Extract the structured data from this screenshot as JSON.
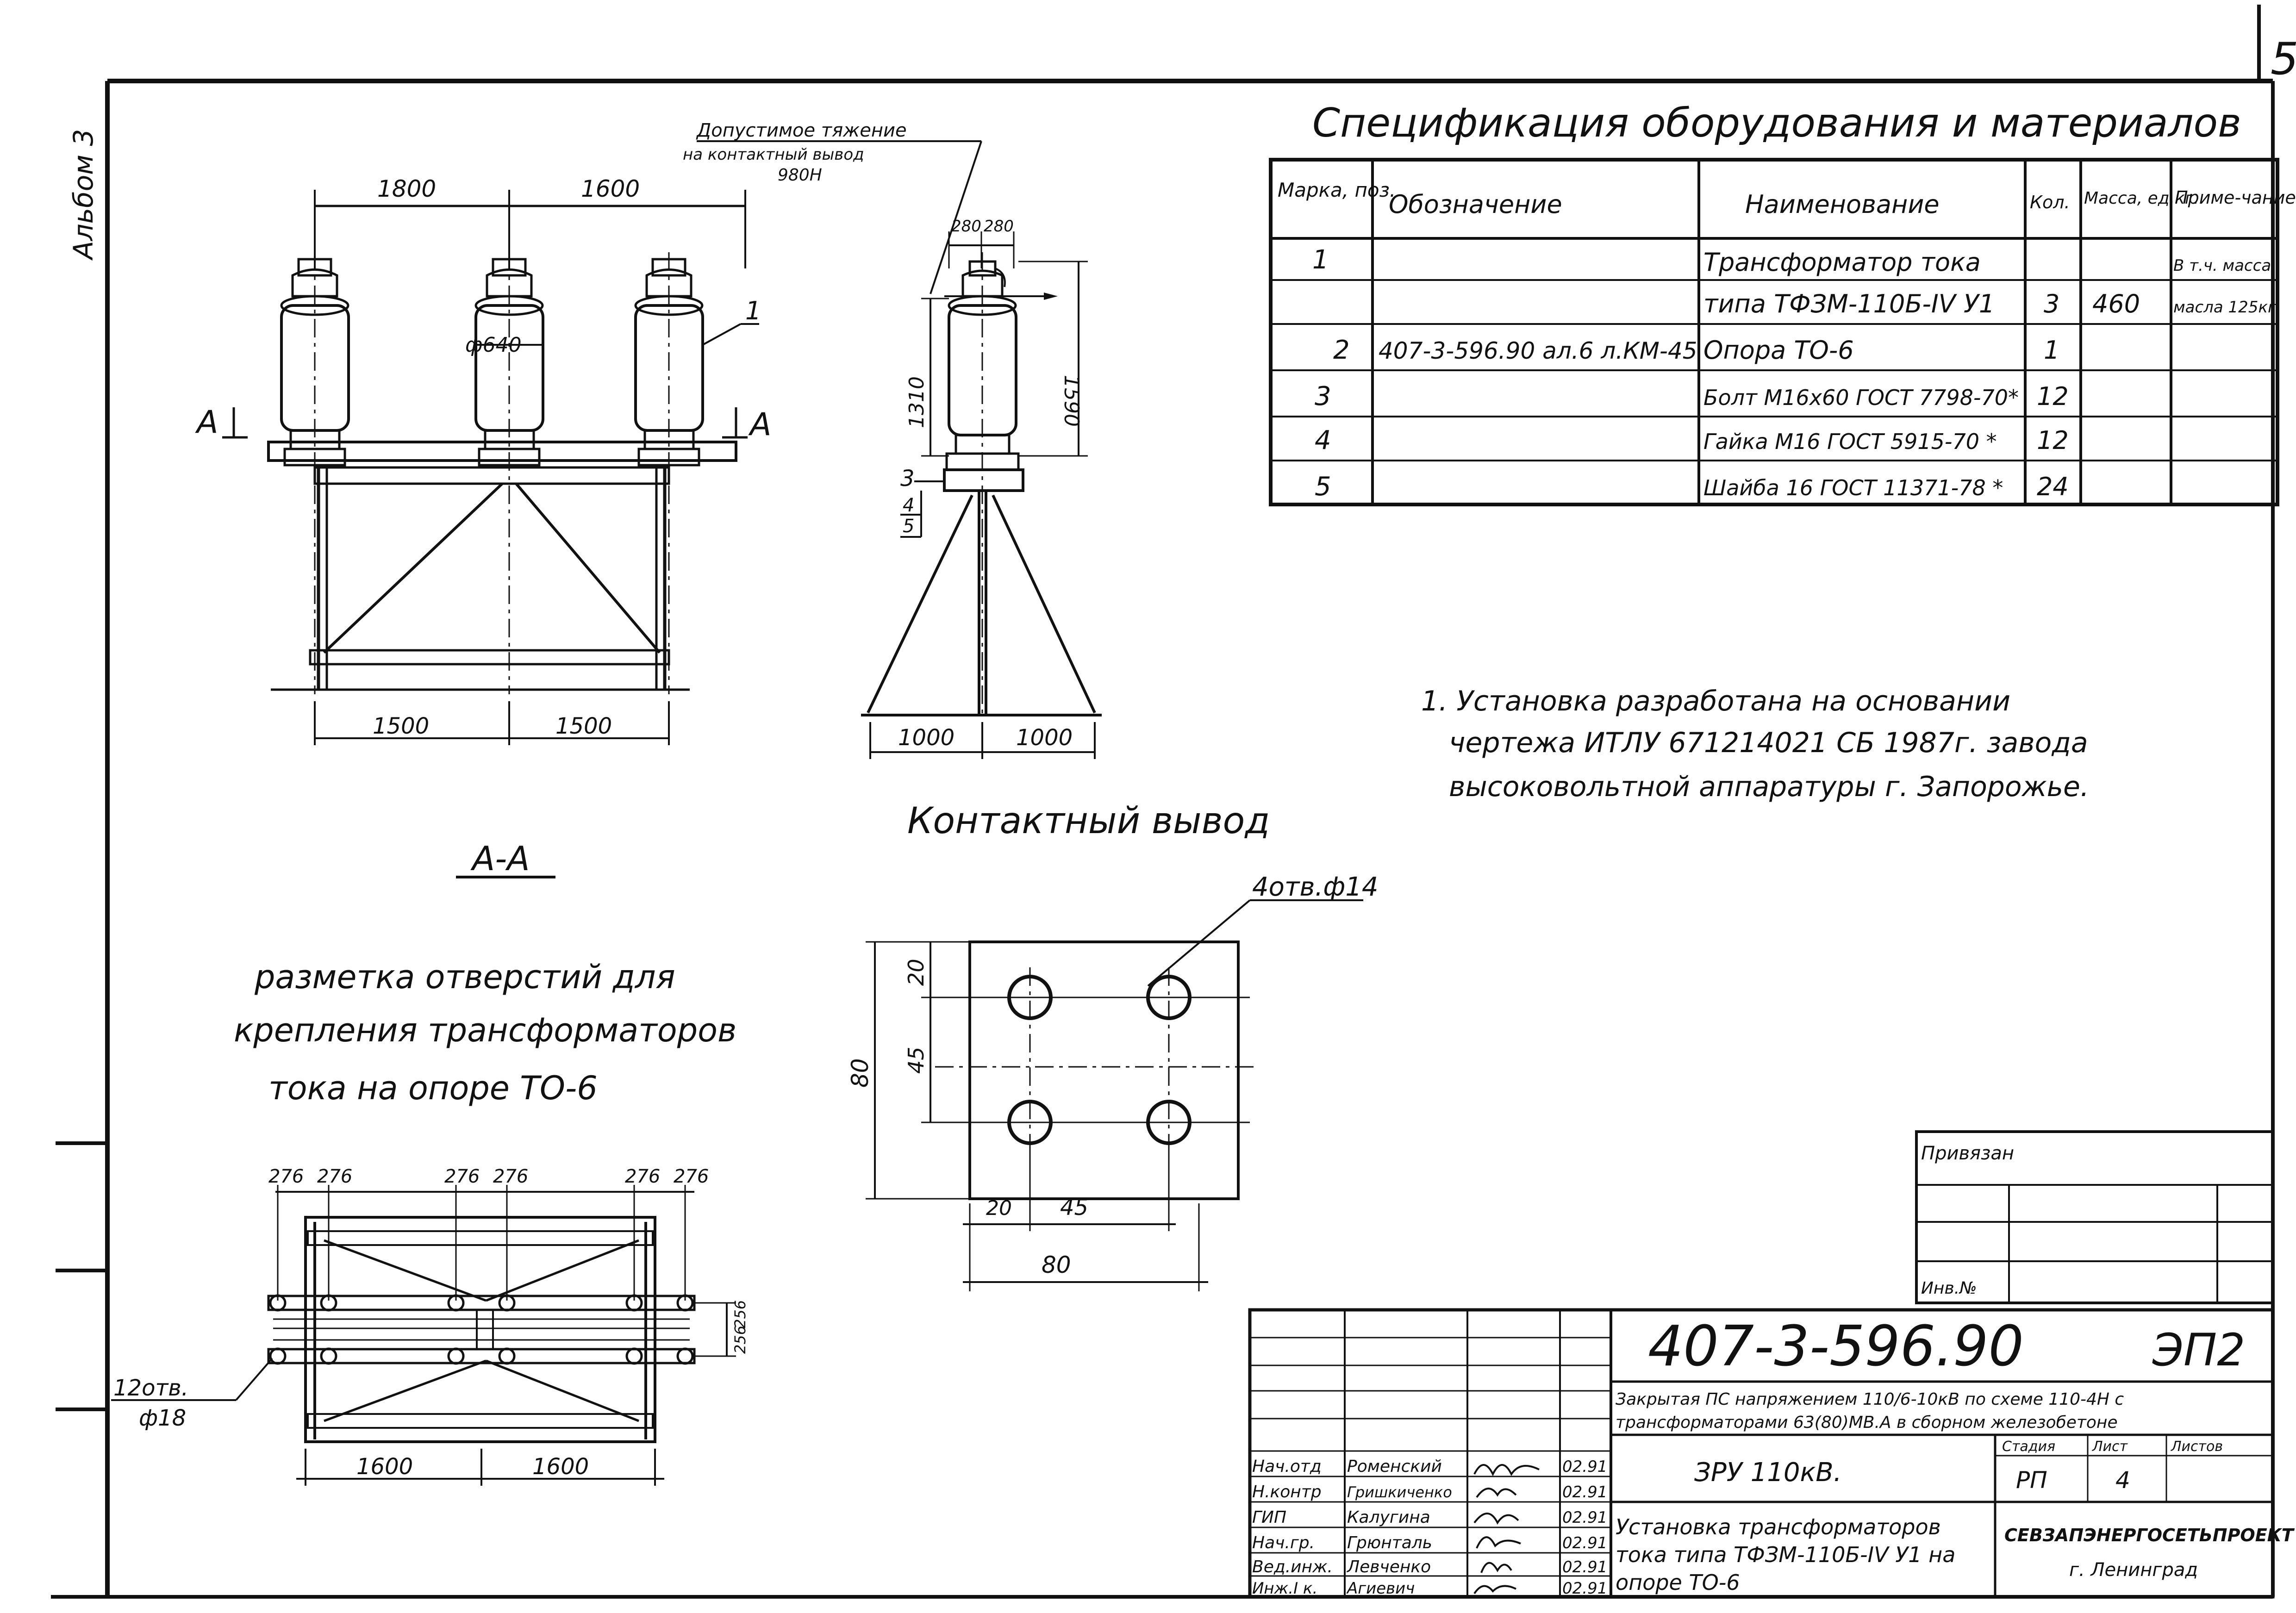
{
  "sheet": {
    "page_number": "5",
    "album": "Альбом 3"
  },
  "spec": {
    "title": "Спецификация оборудования и материалов",
    "headers": [
      "Марка, поз.",
      "Обозначение",
      "Наименование",
      "Кол.",
      "Масса, ед.кг.",
      "Приме-чание"
    ],
    "rows": [
      {
        "pos": "1",
        "code": "",
        "name": "Трансформатор тока",
        "qty": "",
        "mass": "",
        "note": "В т.ч. масса"
      },
      {
        "pos": "",
        "code": "",
        "name": "типа ТФЗМ-110Б-IV У1",
        "qty": "3",
        "mass": "460",
        "note": "масла 125кг."
      },
      {
        "pos": "2",
        "code": "407-3-596.90 ал.6 л.КМ-45",
        "name": "Опора ТО-6",
        "qty": "1",
        "mass": "",
        "note": ""
      },
      {
        "pos": "3",
        "code": "",
        "name": "Болт М16х60 ГОСТ 7798-70*",
        "qty": "12",
        "mass": "",
        "note": ""
      },
      {
        "pos": "4",
        "code": "",
        "name": "Гайка М16 ГОСТ 5915-70 *",
        "qty": "12",
        "mass": "",
        "note": ""
      },
      {
        "pos": "5",
        "code": "",
        "name": "Шайба 16 ГОСТ 11371-78 *",
        "qty": "24",
        "mass": "",
        "note": ""
      }
    ]
  },
  "note": {
    "line1": "1. Установка разработана на основании",
    "line2": "чертежа ИТЛУ 671214021 СБ 1987г. завода",
    "line3": "высоковольтной аппаратуры г. Запорожье."
  },
  "front_view": {
    "tension_label_1": "Допустимое тяжение",
    "tension_label_2": "на контактный вывод",
    "tension_value": "980Н",
    "dim_top_left": "1800",
    "dim_top_right": "1600",
    "diameter": "ф640",
    "pos_label": "1",
    "dim_bottom_left": "1500",
    "dim_bottom_right": "1500",
    "section_mark_left": "А",
    "section_mark_right": "А"
  },
  "side_view": {
    "dim_280a": "280",
    "dim_280b": "280",
    "dim_1310": "1310",
    "dim_1590": "1590",
    "pos_3": "3",
    "pos_4": "4",
    "pos_5": "5",
    "dim_bottom_left": "1000",
    "dim_bottom_right": "1000"
  },
  "section": {
    "title": "А-А",
    "caption_1": "разметка отверстий для",
    "caption_2": "крепления трансформаторов",
    "caption_3": "тока на опоре ТО-6",
    "dims_top": [
      "276",
      "276",
      "276",
      "276",
      "276",
      "276"
    ],
    "dim_256a": "256",
    "dim_256b": "256",
    "holes_label_1": "12отв.",
    "holes_label_2": "ф18",
    "dim_bottom_left": "1600",
    "dim_bottom_right": "1600"
  },
  "terminal": {
    "title": "Контактный вывод",
    "holes": "4отв.ф14",
    "dim_20_v": "20",
    "dim_45_v": "45",
    "dim_80_v": "80",
    "dim_20_h": "20",
    "dim_45_h": "45",
    "dim_80_h": "80"
  },
  "stamp": {
    "privyazan": "Привязан",
    "inv_no": "Инв.№",
    "code": "407-3-596.90",
    "sheet_mark": "ЭП2",
    "desc_1": "Закрытая ПС напряжением 110/6-10кВ по схеме 110-4Н с",
    "desc_2": "трансформаторами 63(80)МВ.А в сборном железобетоне",
    "object": "ЗРУ 110кВ.",
    "stage_label": "Стадия",
    "sheet_label": "Лист",
    "sheets_label": "Листов",
    "stage": "РП",
    "sheet": "4",
    "sheets": "",
    "title_1": "Установка трансформаторов",
    "title_2": "тока типа ТФЗМ-110Б-IV У1 на",
    "title_3": "опоре ТО-6",
    "org": "СЕВЗАПЭНЕРГОСЕТЬПРОЕКТ",
    "city": "г. Ленинград",
    "signers": [
      {
        "role": "Нач.отд",
        "name": "Роменский",
        "date": "02.91"
      },
      {
        "role": "Н.контр",
        "name": "Гришкиченко",
        "date": "02.91"
      },
      {
        "role": "ГИП",
        "name": "Калугина",
        "date": "02.91"
      },
      {
        "role": "Нач.гр.",
        "name": "Грюнталь",
        "date": "02.91"
      },
      {
        "role": "Вед.инж.",
        "name": "Левченко",
        "date": "02.91"
      },
      {
        "role": "Инж.I к.",
        "name": "Агиевич",
        "date": "02.91"
      }
    ]
  }
}
